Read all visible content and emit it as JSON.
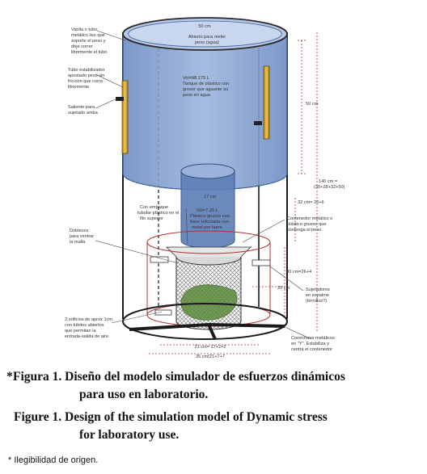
{
  "figure": {
    "labels": {
      "top_width": "50 cm",
      "opening": [
        "Abierto para meter",
        "peso (agua)"
      ],
      "rod": [
        "Varilla o tubo",
        "metálico liso que",
        "soporte el peso y",
        "deje correr",
        "libremente el tubo"
      ],
      "stabilizer": [
        "Tubo estabilizador",
        "apostado peso sin",
        "fricción que corra",
        "libremente"
      ],
      "bracket": [
        "Saliente para",
        "sujetado amba"
      ],
      "tank": [
        "Vol=98.175 L",
        "Tanque de plástico con",
        "grosor que aguante su",
        "peso en agua"
      ],
      "height_tank": "50 cm",
      "total_height": [
        "140 cm =",
        "(30+28+32+50)"
      ],
      "section_32": "32 cm= 26+6",
      "tube_width": "17 cm",
      "tube": [
        "Vol=7.26 L",
        "Plástico grueso con",
        "base reforzada con",
        "metal por fuera"
      ],
      "packing": [
        "Con empaque",
        "tubular plástico en el",
        "filo superior"
      ],
      "container": [
        "Contenedor metálico o",
        "plástico grueso que",
        "sostenga el peso."
      ],
      "doubled": [
        "Dobleces",
        "para centrar",
        "la malla"
      ],
      "section_30": "30 cm=26+4",
      "inner_width": "26 cm",
      "fasteners": [
        "Sujetadores",
        "en espalme",
        "(tornillos?)"
      ],
      "holes": [
        "2 orificios de aprox 1cm",
        "con tubitos abiertos",
        "que permitan la",
        "entrada-salida de aire"
      ],
      "connectors": [
        "Conectores metálicos",
        "en \"Y\". Estabiliza y",
        "centra el contenedor"
      ],
      "inner_base": "21 cm= 17+2+2",
      "base_width": "35 cm(21+7+7"
    }
  },
  "caption": {
    "star": "*",
    "es_line1": "Figura 1. Diseño del modelo simulador de esfuerzos dinámicos",
    "es_line2": "para uso en laboratorio.",
    "en_line1": "Figure 1. Design of the simulation model of Dynamic stress",
    "en_line2": "for laboratory use."
  },
  "note": "* Ilegibilidad de origen.",
  "colors": {
    "tank_fill": "#7f9fd0",
    "tank_edge": "#3d5f99",
    "frame": "#1a1a1a",
    "rod_accent": "#d4a52a",
    "dimension_red": "#b03030",
    "mesh_green": "#5a8a3a"
  }
}
